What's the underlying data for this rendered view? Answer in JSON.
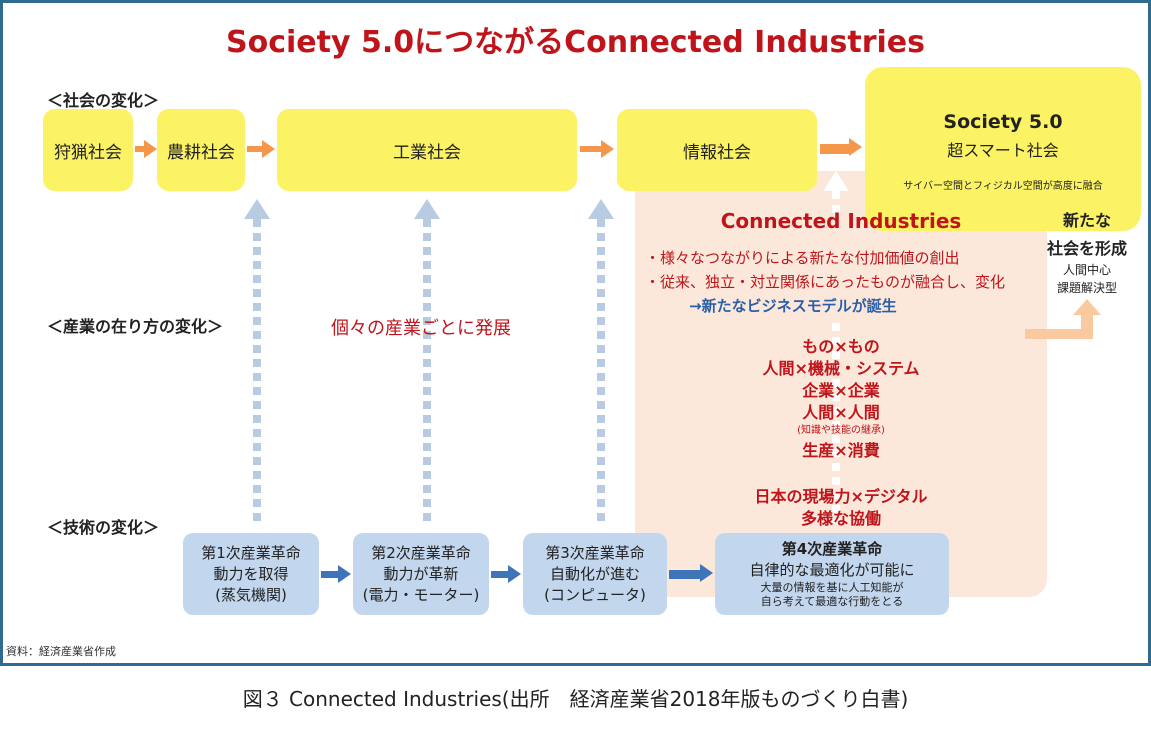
{
  "title": "Society 5.0につながるConnected Industries",
  "sections": {
    "social": "＜社会の変化＞",
    "industry": "＜産業の在り方の変化＞",
    "tech": "＜技術の変化＞"
  },
  "societies": [
    "狩猟社会",
    "農耕社会",
    "工業社会",
    "情報社会"
  ],
  "society5": {
    "name": "Society 5.0",
    "subtitle": "超スマート社会",
    "description": "サイバー空間とフィジカル空間が高度に融合"
  },
  "middle_label": "個々の産業ごとに発展",
  "connected": {
    "heading": "Connected Industries",
    "bullets": [
      "・様々なつながりによる新たな付加価値の創出",
      "・従来、独立・対立関係にあったものが融合し、変化"
    ],
    "arrow_line": "→新たなビジネスモデルが誕生",
    "combos": [
      "もの×もの",
      "人間×機械・システム",
      "企業×企業",
      "人間×人間",
      "(知識や技能の継承)",
      "生産×消費"
    ],
    "japan_lines": [
      "日本の現場力×デジタル",
      "多様な協働"
    ]
  },
  "new_society": {
    "line1": "新たな",
    "line2": "社会を形成",
    "sub1": "人間中心",
    "sub2": "課題解決型"
  },
  "revolutions": [
    {
      "lines": [
        "第1次産業革命",
        "動力を取得",
        "(蒸気機関)"
      ]
    },
    {
      "lines": [
        "第2次産業革命",
        "動力が革新",
        "(電力・モーター)"
      ]
    },
    {
      "lines": [
        "第3次産業革命",
        "自動化が進む",
        "(コンピュータ)"
      ]
    },
    {
      "lines": [
        "第4次産業革命",
        "自律的な最適化が可能に",
        "大量の情報を基に人工知能が",
        "自ら考えて最適な行動をとる"
      ]
    }
  ],
  "source": "資料：経済産業省作成",
  "caption": "図３ Connected Industries(出所　経済産業省2018年版ものづくり白書)",
  "colors": {
    "title_red": "#c0141b",
    "yellow": "#fbf264",
    "peach": "#fbe8da",
    "orange_arrow": "#f4974a",
    "blue_box": "#c2d6ed",
    "blue_arrow": "#3e74b8",
    "dashed_arrow": "#b7cbe2",
    "frame": "#2f6b8f"
  }
}
